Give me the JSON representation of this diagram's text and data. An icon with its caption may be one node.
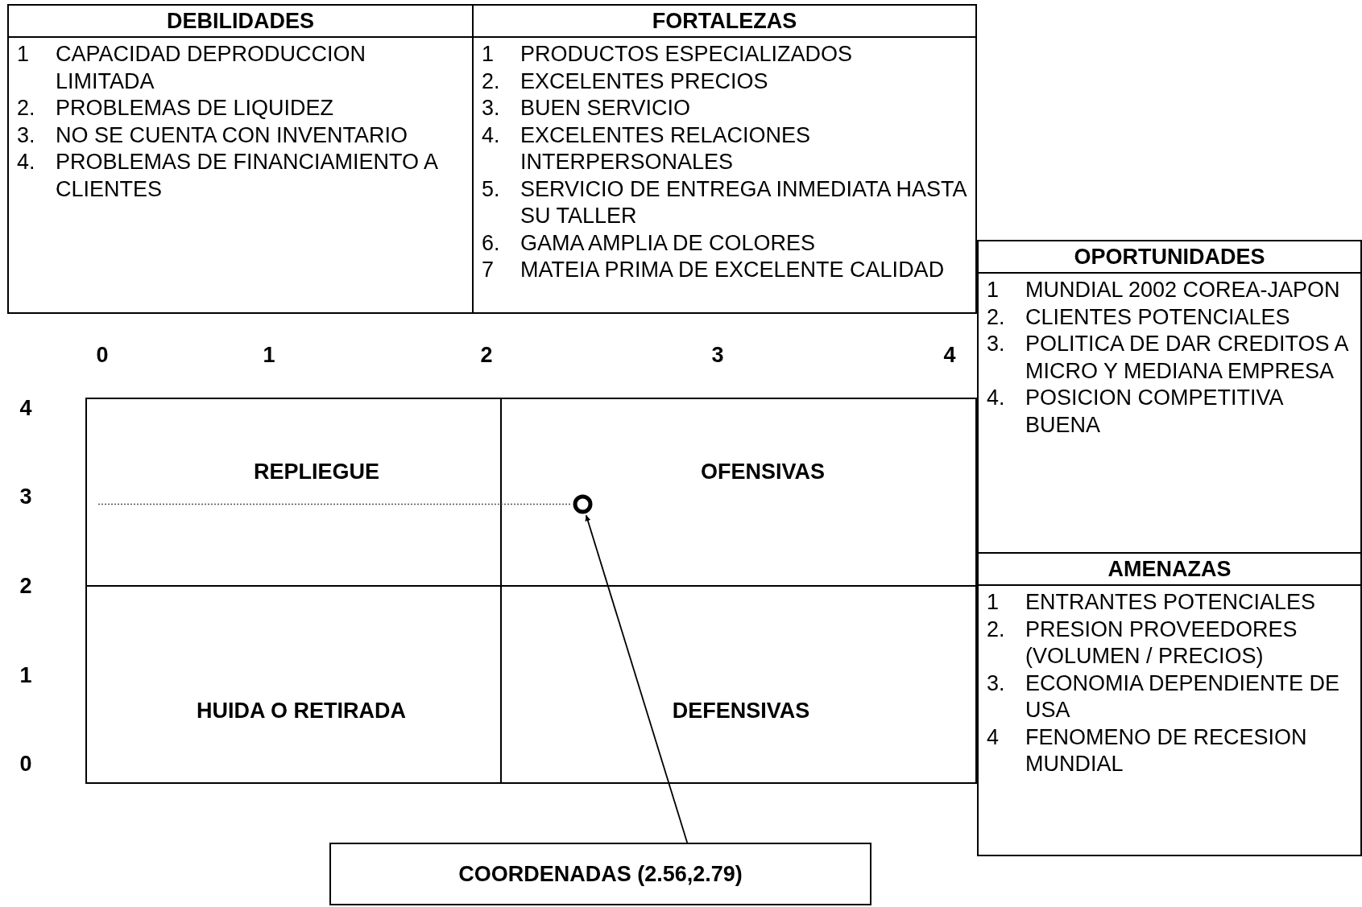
{
  "diagram": {
    "nodes": [
      {
        "text": [
          "DEBILIDADES",
          "1 CAPACIDAD DEPRODUCCION LIMITADA",
          "2. PROBLEMAS DE LIQUIDEZ",
          "3. NO SE CUENTA CON INVENTARIO",
          "4. PROBLEMAS DE  FINANCIAMIENTO A CLIENTES"
        ]
      },
      {
        "text": [
          "FORTALEZAS",
          "1 PRODUCTOS ESPECIALIZADOS",
          "2. EXCELENTES PRECIOS",
          "3. BUEN SERVICIO",
          "4. EXCELENTES RELACIONES INTERPERSONALES",
          "5. SERVICIO DE ENTREGA INMEDIATA HASTA SU TALLER",
          "6. GAMA AMPLIA DE COLORES",
          "7 MATEIA PRIMA DE EXCELENTE CALIDAD"
        ]
      },
      {
        "text": [
          "OPORTUNIDADES",
          "1 MUNDIAL 2002 COREA-JAPON",
          "2. CLIENTES POTENCIALES",
          "3. POLITICA DE DAR CREDITOS A MICRO Y MEDIANA EMPRESA",
          "4. POSICION COMPETITIVA BUENA"
        ]
      },
      {
        "text": [
          "AMENAZAS",
          "1 ENTRANTES POTENCIALES",
          "2. PRESION PROVEEDORES (VOLUMEN / PRECIOS)",
          "3. ECONOMIA DEPENDIENTE DE USA",
          "4 FENOMENO DE RECESION MUNDIAL"
        ]
      },
      {
        "text": [],
        "shape": "box"
      },
      {
        "text": [
          "REPLIEGUE"
        ],
        "in": 4
      },
      {
        "text": [
          "OFENSIVAS"
        ],
        "in": 4
      },
      {
        "text": [],
        "shape": "circle",
        "in": 4
      },
      {
        "text": [
          "HUIDA O RETIRADA"
        ],
        "in": 4
      },
      {
        "text": [
          "DEFENSIVAS"
        ],
        "in": 4
      },
      {
        "text": [
          "COORDENADAS (2.56,2.79)"
        ]
      }
    ],
    "edges": [
      {
        "from": 10,
        "to": 7,
        "arrow": "to"
      }
    ],
    "labels": [
      "0",
      "1",
      "2",
      "3",
      "4",
      "4",
      "3",
      "2",
      "1",
      "0"
    ]
  }
}
